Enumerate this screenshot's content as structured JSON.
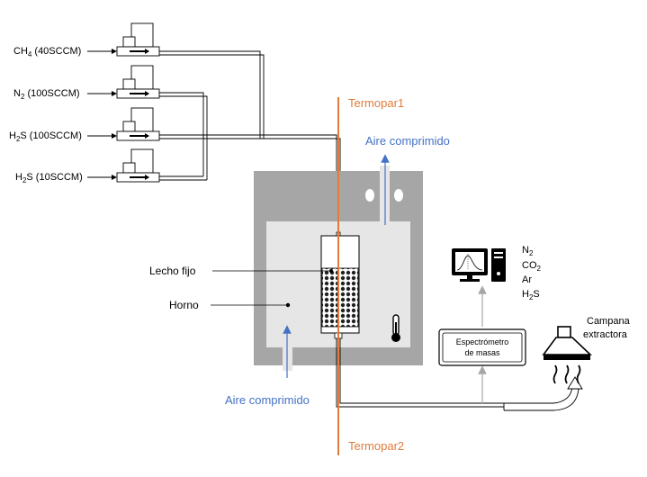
{
  "flow_controllers": [
    {
      "formula": "CH",
      "sub": "4",
      "rest": " (40SCCM)"
    },
    {
      "formula": "N",
      "sub": "2",
      "rest": " (100SCCM)"
    },
    {
      "formula": "H",
      "sub": "2",
      "rest": "S (100SCCM)"
    },
    {
      "formula": "H",
      "sub": "2",
      "rest": "S (10SCCM)"
    }
  ],
  "labels": {
    "thermocouple_top": "Termopar1",
    "thermocouple_bottom": "Termopar2",
    "air_top": "Aire comprimido",
    "air_bottom": "Aire comprimido",
    "fixed_bed": "Lecho fijo",
    "furnace": "Horno",
    "mass_spec_line1": "Espectrómetro",
    "mass_spec_line2": "de masas",
    "hood_line1": "Campana",
    "hood_line2": "extractora"
  },
  "detected_gases": [
    {
      "main": "N",
      "sub": "2",
      "rest": ""
    },
    {
      "main": "CO",
      "sub": "2",
      "rest": ""
    },
    {
      "main": "Ar",
      "sub": "",
      "rest": ""
    },
    {
      "main": "H",
      "sub": "2",
      "rest": "S"
    }
  ],
  "colors": {
    "thermocouple": "#e07b39",
    "air_arrow": "#4472c4",
    "furnace_outer": "#a6a6a6",
    "furnace_inner": "#e6e6e6",
    "signal_arrow": "#a6a6a6"
  }
}
